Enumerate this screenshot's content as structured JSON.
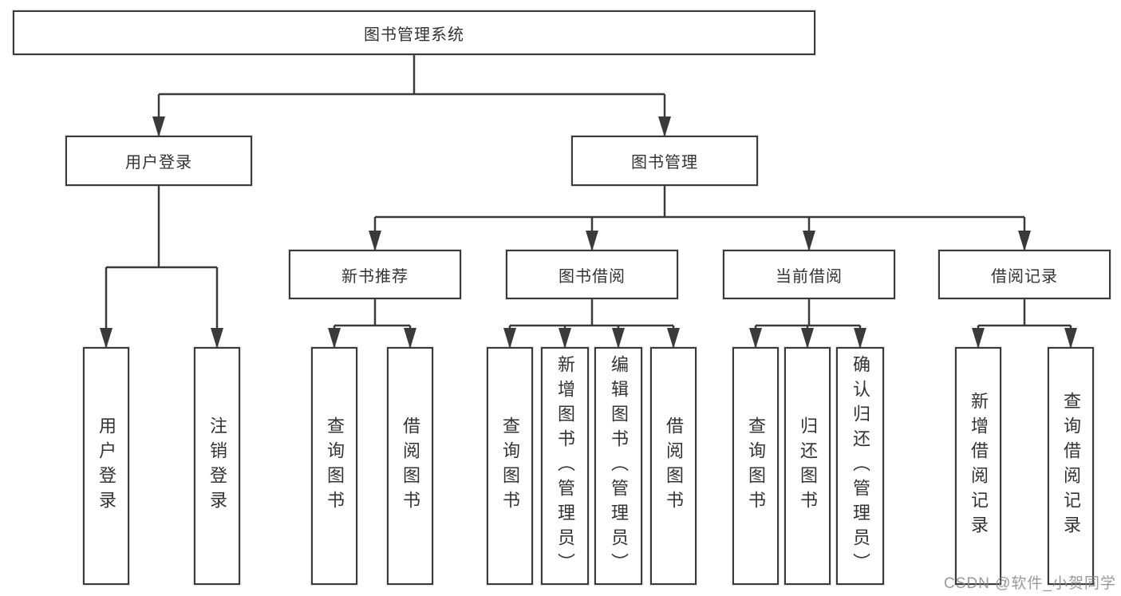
{
  "diagram": {
    "title": "图书管理系统",
    "type": "hierarchy-tree",
    "colors": {
      "line": "#3a3a3a",
      "box_border": "#3a3a3a",
      "box_fill": "#ffffff",
      "text": "#333333",
      "background": "#ffffff",
      "watermark": "#878787"
    },
    "nodes": [
      {
        "id": "root",
        "label": "图书管理系统",
        "parent": null
      },
      {
        "id": "user-login",
        "label": "用户登录",
        "parent": "root"
      },
      {
        "id": "book-mgmt",
        "label": "图书管理",
        "parent": "root"
      },
      {
        "id": "user-login-leaf",
        "label": "用户登录",
        "parent": "user-login"
      },
      {
        "id": "logout",
        "label": "注销登录",
        "parent": "user-login"
      },
      {
        "id": "new-book-rec",
        "label": "新书推荐",
        "parent": "book-mgmt"
      },
      {
        "id": "book-borrow",
        "label": "图书借阅",
        "parent": "book-mgmt"
      },
      {
        "id": "current-borrow",
        "label": "当前借阅",
        "parent": "book-mgmt"
      },
      {
        "id": "borrow-records",
        "label": "借阅记录",
        "parent": "book-mgmt"
      },
      {
        "id": "rec-query-books",
        "label": "查询图书",
        "parent": "new-book-rec"
      },
      {
        "id": "rec-borrow-books",
        "label": "借阅图书",
        "parent": "new-book-rec"
      },
      {
        "id": "bb-query-books",
        "label": "查询图书",
        "parent": "book-borrow"
      },
      {
        "id": "bb-add-books",
        "label": "新增图书（管理员）",
        "parent": "book-borrow"
      },
      {
        "id": "bb-edit-books",
        "label": "编辑图书（管理员）",
        "parent": "book-borrow"
      },
      {
        "id": "bb-borrow-books",
        "label": "借阅图书",
        "parent": "book-borrow"
      },
      {
        "id": "cb-query-books",
        "label": "查询图书",
        "parent": "current-borrow"
      },
      {
        "id": "cb-return-books",
        "label": "归还图书",
        "parent": "current-borrow"
      },
      {
        "id": "cb-confirm-return",
        "label": "确认归还（管理员）",
        "parent": "current-borrow"
      },
      {
        "id": "br-add-record",
        "label": "新增借阅记录",
        "parent": "borrow-records"
      },
      {
        "id": "br-query-record",
        "label": "查询借阅记录",
        "parent": "borrow-records"
      }
    ],
    "watermark": "CSDN @软件_小贺同学"
  }
}
